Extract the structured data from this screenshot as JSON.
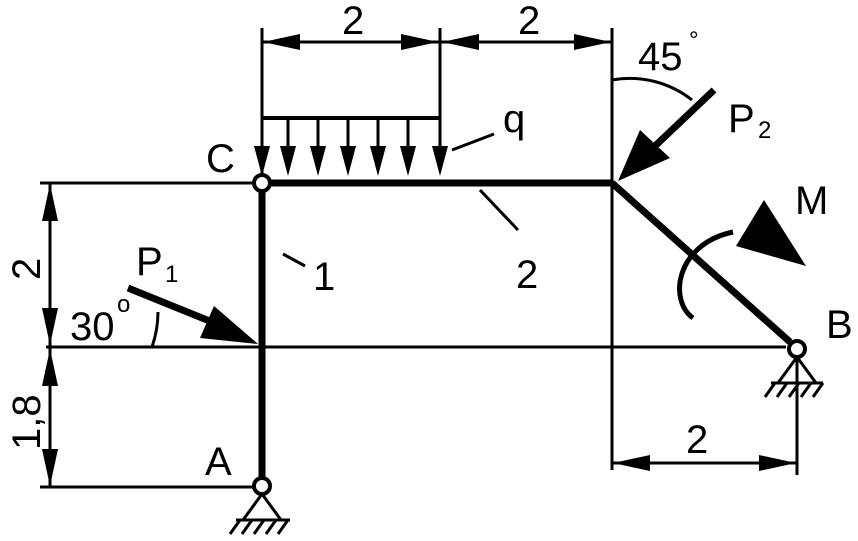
{
  "colors": {
    "ink": "#000000",
    "background": "#ffffff"
  },
  "labels": {
    "node_c": "C",
    "node_a": "A",
    "node_b": "B",
    "q": "q",
    "p1": "P",
    "p1_sub": "1",
    "p2": "P",
    "p2_sub": "2",
    "moment": "M",
    "member_1": "1",
    "member_2": "2",
    "angle_30": "30",
    "angle_45": "45",
    "degree": "o",
    "degree_45": "°"
  },
  "dimensions": {
    "top_left": "2",
    "top_right": "2",
    "left_upper": "2",
    "left_lower": "1,8",
    "bottom_right": "2"
  }
}
